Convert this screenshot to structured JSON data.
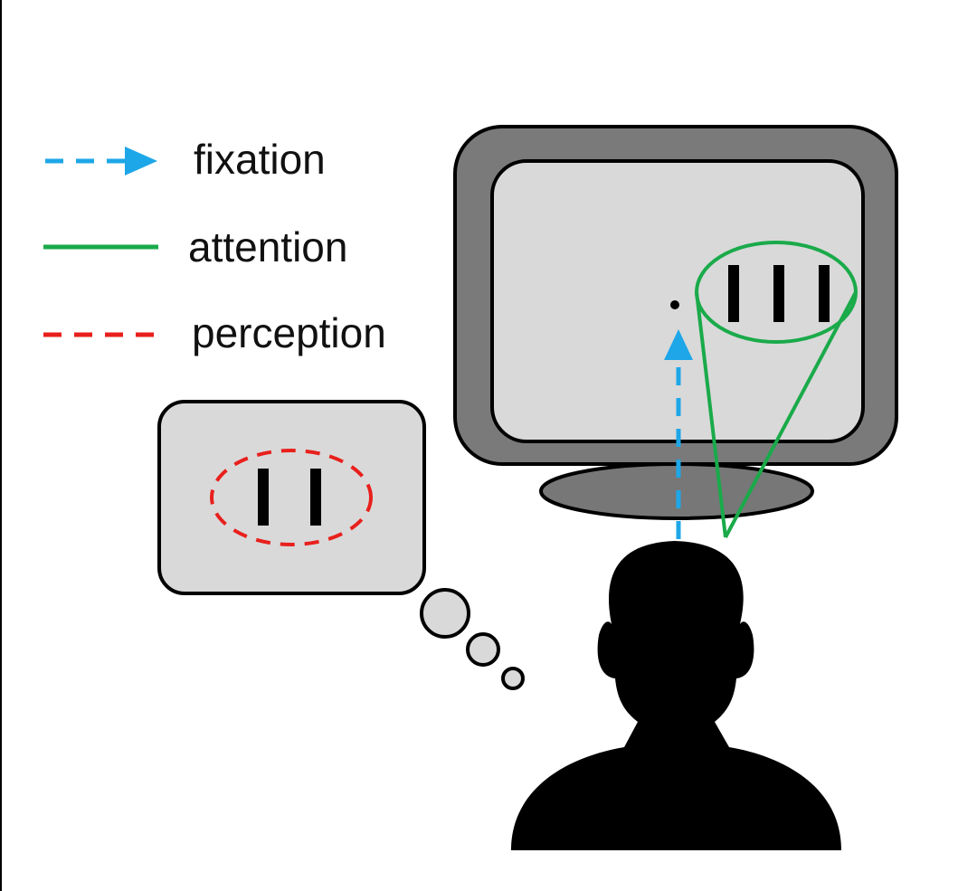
{
  "legend": {
    "fixation": {
      "label": "fixation",
      "color": "#1ea7e8",
      "style": "dashed-arrow"
    },
    "attention": {
      "label": "attention",
      "color": "#1aaa4a",
      "style": "solid"
    },
    "perception": {
      "label": "perception",
      "color": "#e8201c",
      "style": "dashed"
    }
  },
  "monitor": {
    "outer_color": "#7a7a7a",
    "screen_color": "#d9d9d9",
    "stand_color": "#777777",
    "stimulus_bar_count": 3,
    "fixation_point": "dot"
  },
  "thought_bubble": {
    "fill_color": "#d9d9d9",
    "perceived_bar_count": 2
  },
  "observer": {
    "icon": "person-head-silhouette-icon",
    "color": "#000000"
  }
}
